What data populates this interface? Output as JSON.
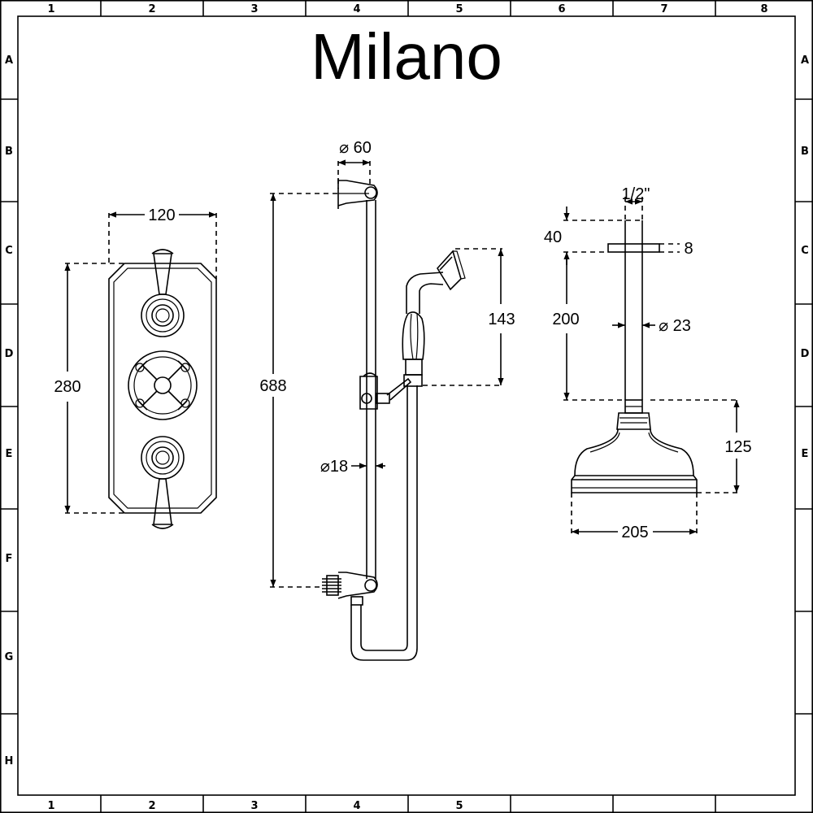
{
  "title": "Milano",
  "grid": {
    "columns": [
      "1",
      "2",
      "3",
      "4",
      "5",
      "6",
      "7",
      "8"
    ],
    "rows": [
      "A",
      "B",
      "C",
      "D",
      "E",
      "F",
      "G",
      "H"
    ]
  },
  "valve": {
    "width": "120",
    "height": "280"
  },
  "slide_rail": {
    "bracket_diameter": "⌀ 60",
    "rail_length": "688",
    "rail_diameter": "⌀18",
    "handset_height": "143"
  },
  "ceiling_arm": {
    "thread": "1/2\"",
    "upper": "40",
    "flange": "8",
    "arm_length": "200",
    "arm_diameter": "⌀ 23",
    "head_height": "125",
    "head_diameter": "205"
  }
}
